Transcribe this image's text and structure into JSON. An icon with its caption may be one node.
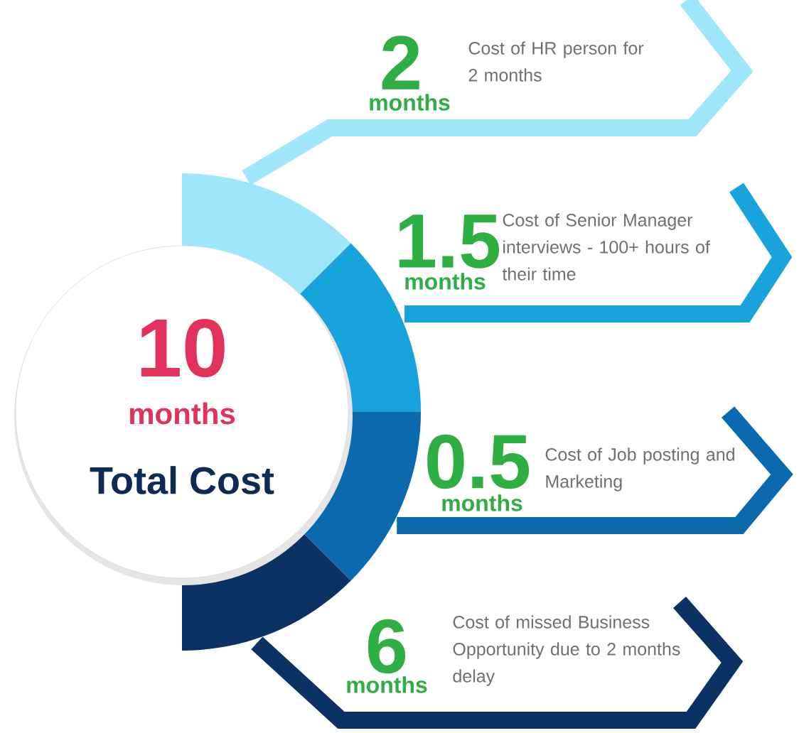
{
  "diagram": {
    "nodes": [
      {
        "text": [
          "10",
          "months",
          "Total Cost"
        ]
      },
      {
        "text": [
          "2",
          "months",
          "Cost of HR person for 2 months"
        ]
      },
      {
        "text": [
          "1.5",
          "months",
          "Cost of Senior Manager interviews - 100+ hours of their time"
        ]
      },
      {
        "text": [
          "0.5",
          "months",
          "Cost of Job posting and Marketing"
        ]
      },
      {
        "text": [
          "6",
          "months",
          "Cost of missed Business Opportunity due to 2 months delay"
        ]
      }
    ]
  }
}
